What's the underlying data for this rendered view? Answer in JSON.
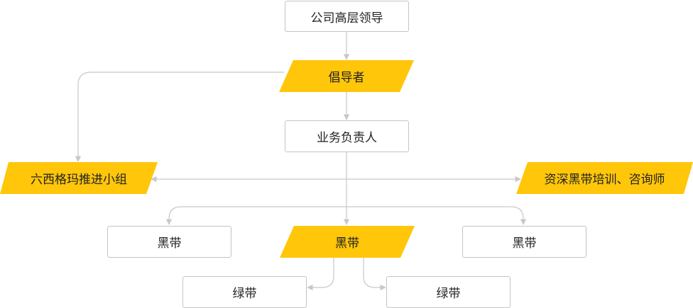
{
  "nodes": {
    "leadership": "公司高层领导",
    "advocate": "倡导者",
    "business_owner": "业务负责人",
    "six_sigma_team": "六西格玛推进小组",
    "consultant": "资深黑带培训、咨询师",
    "black_belt_left": "黑带",
    "black_belt_center": "黑带",
    "black_belt_right": "黑带",
    "green_belt_left": "绿带",
    "green_belt_right": "绿带"
  },
  "colors": {
    "highlight": "#FFC60A",
    "box_border": "#C4C4C4",
    "connector": "#C8C8C8",
    "text": "#222222"
  }
}
